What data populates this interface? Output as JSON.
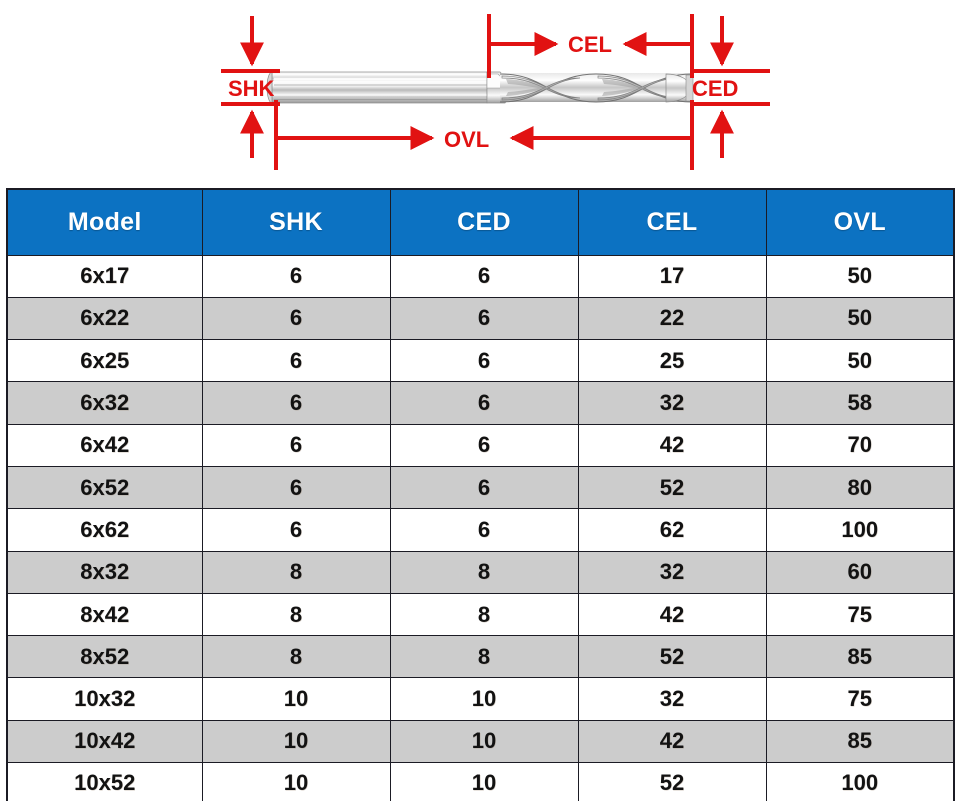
{
  "diagram": {
    "name": "router-bit-dimension-diagram",
    "accent_color": "#e11212",
    "labels": {
      "shk": "SHK",
      "ced": "CED",
      "cel": "CEL",
      "ovl": "OVL"
    }
  },
  "table": {
    "name": "spec-table",
    "header_bg": "#0c72c2",
    "header_text_color": "#ffffff",
    "alt_row_bg": "#cccccc",
    "columns": [
      "Model",
      "SHK",
      "CED",
      "CEL",
      "OVL"
    ],
    "rows": [
      {
        "model": "6x17",
        "shk": "6",
        "ced": "6",
        "cel": "17",
        "ovl": "50"
      },
      {
        "model": "6x22",
        "shk": "6",
        "ced": "6",
        "cel": "22",
        "ovl": "50"
      },
      {
        "model": "6x25",
        "shk": "6",
        "ced": "6",
        "cel": "25",
        "ovl": "50"
      },
      {
        "model": "6x32",
        "shk": "6",
        "ced": "6",
        "cel": "32",
        "ovl": "58"
      },
      {
        "model": "6x42",
        "shk": "6",
        "ced": "6",
        "cel": "42",
        "ovl": "70"
      },
      {
        "model": "6x52",
        "shk": "6",
        "ced": "6",
        "cel": "52",
        "ovl": "80"
      },
      {
        "model": "6x62",
        "shk": "6",
        "ced": "6",
        "cel": "62",
        "ovl": "100"
      },
      {
        "model": "8x32",
        "shk": "8",
        "ced": "8",
        "cel": "32",
        "ovl": "60"
      },
      {
        "model": "8x42",
        "shk": "8",
        "ced": "8",
        "cel": "42",
        "ovl": "75"
      },
      {
        "model": "8x52",
        "shk": "8",
        "ced": "8",
        "cel": "52",
        "ovl": "85"
      },
      {
        "model": "10x32",
        "shk": "10",
        "ced": "10",
        "cel": "32",
        "ovl": "75"
      },
      {
        "model": "10x42",
        "shk": "10",
        "ced": "10",
        "cel": "42",
        "ovl": "85"
      },
      {
        "model": "10x52",
        "shk": "10",
        "ced": "10",
        "cel": "52",
        "ovl": "100"
      }
    ]
  }
}
